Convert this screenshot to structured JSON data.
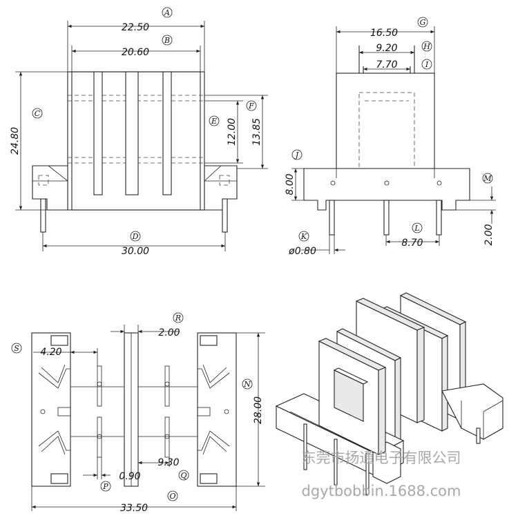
{
  "front_view": {
    "dim_a_value": "22.50",
    "dim_a_tag": "A",
    "dim_b_value": "20.60",
    "dim_b_tag": "B",
    "dim_c_value": "24.80",
    "dim_c_tag": "C",
    "dim_d_value": "30.00",
    "dim_d_tag": "D",
    "dim_e_value": "12.00",
    "dim_e_tag": "E",
    "dim_f_value": "13.85",
    "dim_f_tag": "F"
  },
  "side_view": {
    "dim_g_value": "16.50",
    "dim_g_tag": "G",
    "dim_h_value": "9.20",
    "dim_h_tag": "H",
    "dim_i_value": "7.70",
    "dim_i_tag": "I",
    "dim_j_value": "8.00",
    "dim_j_tag": "J",
    "dim_k_value": "ø0.80",
    "dim_k_tag": "K",
    "dim_l_value": "8.70",
    "dim_l_tag": "L",
    "dim_m_value": "2.00",
    "dim_m_tag": "M"
  },
  "bottom_view": {
    "dim_r_value": "2.00",
    "dim_r_tag": "R",
    "dim_s_value": "4.20",
    "dim_s_tag": "S",
    "dim_n_value": "28.00",
    "dim_n_tag": "N",
    "dim_p_value": "0.90",
    "dim_p_tag": "P",
    "dim_q_value": "9.30",
    "dim_q_tag": "Q",
    "dim_o_value": "33.50",
    "dim_o_tag": "O"
  },
  "watermark": {
    "company": "东莞市扬通电子有限公司",
    "url": "dgytbobbin.1688.com"
  }
}
